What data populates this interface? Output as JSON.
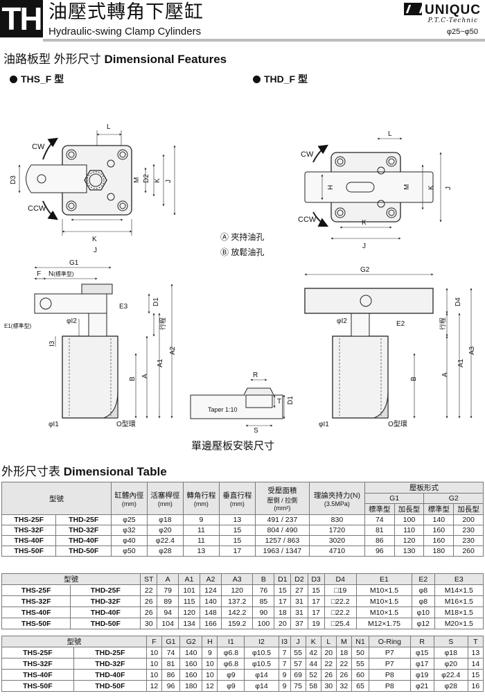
{
  "header": {
    "logo": "TH",
    "title_cn": "油壓式轉角下壓缸",
    "title_en": "Hydraulic-swing Clamp Cylinders",
    "brand": "UNIQUC",
    "brand_sub": "P.T.C-Technic",
    "range": "φ25~φ50"
  },
  "section1": {
    "title_cn": "油路板型 外形尺寸",
    "title_en": "Dimensional Features",
    "type_left": "THS_F 型",
    "type_right": "THD_F 型"
  },
  "drawing": {
    "legend_a": "夾持油孔",
    "legend_b": "放鬆油孔",
    "plate_caption": "單邊壓板安裝尺寸",
    "taper": "Taper 1:10",
    "cw": "CW",
    "ccw": "CCW",
    "n_std": "N",
    "n_note": "(標準型)",
    "e1_note": "E1(標準型)",
    "stroke": "行程",
    "oring": "O型環",
    "labels": {
      "L": "L",
      "D2": "D2",
      "M": "M",
      "K": "K",
      "J": "J",
      "D3": "D3",
      "H": "H",
      "G1": "G1",
      "G2": "G2",
      "F": "F",
      "E3": "E3",
      "E2": "E2",
      "D1": "D1",
      "D4": "D4",
      "I2": "φI2",
      "I3": "I3",
      "I1": "φI1",
      "A1": "A1",
      "A2": "A2",
      "A3": "A3",
      "A": "A",
      "B": "B",
      "R": "R",
      "S": "S",
      "T": "T"
    }
  },
  "section2": {
    "title_cn": "外形尺寸表",
    "title_en": "Dimensional Table"
  },
  "table1": {
    "model_header": "型號",
    "headers": [
      {
        "label": "缸體內徑",
        "unit": "(mm)"
      },
      {
        "label": "活塞桿徑",
        "unit": "(mm)"
      },
      {
        "label": "轉角行程",
        "unit": "(mm)"
      },
      {
        "label": "垂直行程",
        "unit": "(mm)"
      },
      {
        "label": "受壓面積",
        "sub": "壓側 / 拉側",
        "unit": "(mm²)"
      },
      {
        "label": "理論夾持力(N)",
        "unit": "(3.5MPa)"
      }
    ],
    "plate_header": "壓板形式",
    "g1": "G1",
    "g2": "G2",
    "std": "標準型",
    "ext": "加長型",
    "rows": [
      {
        "ths": "THS-25F",
        "thd": "THD-25F",
        "cyl": "φ25",
        "rod": "φ18",
        "swing": "9",
        "vert": "13",
        "area": "491 / 237",
        "force": "830",
        "g1s": "74",
        "g1l": "100",
        "g2s": "140",
        "g2l": "200"
      },
      {
        "ths": "THS-32F",
        "thd": "THD-32F",
        "cyl": "φ32",
        "rod": "φ20",
        "swing": "11",
        "vert": "15",
        "area": "804 / 490",
        "force": "1720",
        "g1s": "81",
        "g1l": "110",
        "g2s": "160",
        "g2l": "230"
      },
      {
        "ths": "THS-40F",
        "thd": "THD-40F",
        "cyl": "φ40",
        "rod": "φ22.4",
        "swing": "11",
        "vert": "15",
        "area": "1257 / 863",
        "force": "3020",
        "g1s": "86",
        "g1l": "120",
        "g2s": "160",
        "g2l": "230"
      },
      {
        "ths": "THS-50F",
        "thd": "THD-50F",
        "cyl": "φ50",
        "rod": "φ28",
        "swing": "13",
        "vert": "17",
        "area": "1963 / 1347",
        "force": "4710",
        "g1s": "96",
        "g1l": "130",
        "g2s": "180",
        "g2l": "260"
      }
    ]
  },
  "table2": {
    "model_header": "型號",
    "headers": [
      "ST",
      "A",
      "A1",
      "A2",
      "A3",
      "B",
      "D1",
      "D2",
      "D3",
      "D4",
      "E1",
      "E2",
      "E3"
    ],
    "rows": [
      {
        "ths": "THS-25F",
        "thd": "THD-25F",
        "v": [
          "22",
          "79",
          "101",
          "124",
          "120",
          "76",
          "15",
          "27",
          "15",
          "□19",
          "M10×1.5",
          "φ8",
          "M14×1.5"
        ]
      },
      {
        "ths": "THS-32F",
        "thd": "THD-32F",
        "v": [
          "26",
          "89",
          "115",
          "140",
          "137.2",
          "85",
          "17",
          "31",
          "17",
          "□22.2",
          "M10×1.5",
          "φ8",
          "M16×1.5"
        ]
      },
      {
        "ths": "THS-40F",
        "thd": "THD-40F",
        "v": [
          "26",
          "94",
          "120",
          "148",
          "142.2",
          "90",
          "18",
          "31",
          "17",
          "□22.2",
          "M10×1.5",
          "φ10",
          "M18×1.5"
        ]
      },
      {
        "ths": "THS-50F",
        "thd": "THD-50F",
        "v": [
          "30",
          "104",
          "134",
          "166",
          "159.2",
          "100",
          "20",
          "37",
          "19",
          "□25.4",
          "M12×1.75",
          "φ12",
          "M20×1.5"
        ]
      }
    ]
  },
  "table3": {
    "model_header": "型號",
    "headers": [
      "F",
      "G1",
      "G2",
      "H",
      "I1",
      "I2",
      "I3",
      "J",
      "K",
      "L",
      "M",
      "N1",
      "O-Ring",
      "R",
      "S",
      "T"
    ],
    "rows": [
      {
        "ths": "THS-25F",
        "thd": "THD-25F",
        "v": [
          "10",
          "74",
          "140",
          "9",
          "φ6.8",
          "φ10.5",
          "7",
          "55",
          "42",
          "20",
          "18",
          "50",
          "P7",
          "φ15",
          "φ18",
          "13"
        ]
      },
      {
        "ths": "THS-32F",
        "thd": "THD-32F",
        "v": [
          "10",
          "81",
          "160",
          "10",
          "φ6.8",
          "φ10.5",
          "7",
          "57",
          "44",
          "22",
          "22",
          "55",
          "P7",
          "φ17",
          "φ20",
          "14"
        ]
      },
      {
        "ths": "THS-40F",
        "thd": "THD-40F",
        "v": [
          "10",
          "86",
          "160",
          "10",
          "φ9",
          "φ14",
          "9",
          "69",
          "52",
          "26",
          "26",
          "60",
          "P8",
          "φ19",
          "φ22.4",
          "15"
        ]
      },
      {
        "ths": "THS-50F",
        "thd": "THD-50F",
        "v": [
          "12",
          "96",
          "180",
          "12",
          "φ9",
          "φ14",
          "9",
          "75",
          "58",
          "30",
          "32",
          "65",
          "P8",
          "φ21",
          "φ28",
          "16"
        ]
      }
    ]
  }
}
